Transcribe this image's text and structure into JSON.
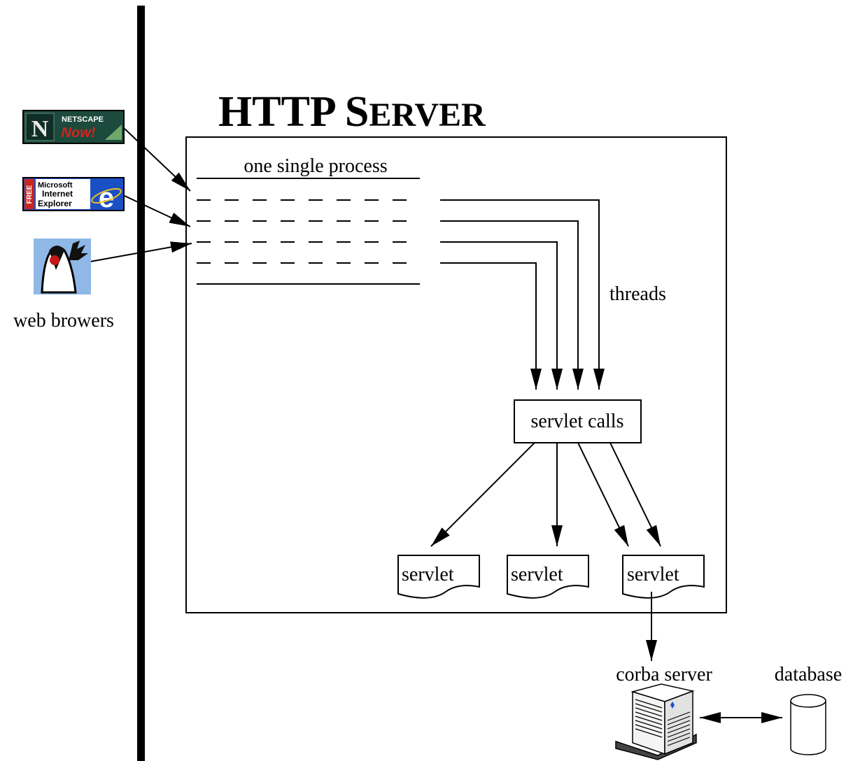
{
  "title": {
    "first": "HTTP S",
    "rest": "ERVER"
  },
  "labels": {
    "process": "one single process",
    "threads": "threads",
    "servlet_calls": "servlet calls",
    "servlets": [
      "servlet",
      "servlet",
      "servlet"
    ],
    "corba": "corba server",
    "database": "database",
    "browsers": "web browers"
  },
  "logos": {
    "netscape": {
      "letter": "N",
      "top": "NETSCAPE",
      "word": "Now!"
    },
    "explorer": {
      "badge": "FREE",
      "lines": [
        "Microsoft",
        "Internet",
        "Explorer"
      ],
      "letter": "e"
    }
  },
  "colors": {
    "netscape_bg": "#1c4a3c",
    "netscape_now": "#d4241c",
    "ie_blue": "#1b4fc4",
    "ie_badge": "#c8261e",
    "duke_bg": "#8fb8e6",
    "duke_nose": "#c41818"
  }
}
